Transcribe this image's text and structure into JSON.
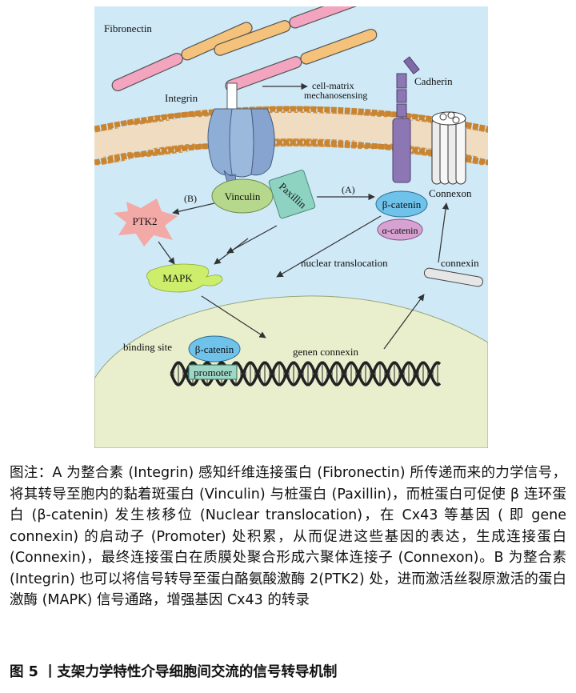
{
  "diagram": {
    "labels": {
      "fibronectin": "Fibronectin",
      "integrin": "Integrin",
      "cell_matrix_1": "cell-matrix",
      "cell_matrix_2": "mechanosensing",
      "cadherin": "Cadherin",
      "vinculin": "Vinculin",
      "paxillin": "Paxillin",
      "path_a": "(A)",
      "path_b": "(B)",
      "beta_catenin": "β-catenin",
      "alpha_catenin": "α-catenin",
      "connexon": "Connexon",
      "ptk2": "PTK2",
      "mapk": "MAPK",
      "nuclear_translocation": "nuclear translocation",
      "connexin": "connexin",
      "binding_site": "binding site",
      "beta_catenin_dna": "β-catenin",
      "promoter": "promoter",
      "genen_connexin": "genen connexin"
    },
    "colors": {
      "cytoplasm": "#cfe9f7",
      "nucleus": "#e9efcc",
      "membrane_head": "#d58f3c",
      "integrin": "#8faed6",
      "vinculin": "#b6d88c",
      "paxillin": "#8ed3c2",
      "cadherin": "#8c77b4",
      "beta_catenin": "#6fc2ea",
      "alpha_catenin": "#d6a2d2",
      "ptk2": "#f3a9a6",
      "mapk": "#ccee6a"
    }
  },
  "caption": {
    "body": "图注：A 为整合素 (Integrin) 感知纤维连接蛋白 (Fibronectin) 所传递而来的力学信号，将其转导至胞内的黏着斑蛋白 (Vinculin) 与桩蛋白 (Paxillin)，而桩蛋白可促使 β 连环蛋白 (β-catenin) 发生核移位 (Nuclear translocation)，在 Cx43 等基因 ( 即 gene connexin) 的启动子 (Promoter) 处积累，从而促进这些基因的表达，生成连接蛋白 (Connexin)，最终连接蛋白在质膜处聚合形成六聚体连接子 (Connexon)。B 为整合素 (Integrin) 也可以将信号转导至蛋白酪氨酸激酶 2(PTK2) 处，进而激活丝裂原激活的蛋白激酶 (MAPK) 信号通路，增强基因 Cx43 的转录",
    "figure_title": "图 5 丨支架力学特性介导细胞间交流的信号转导机制"
  }
}
